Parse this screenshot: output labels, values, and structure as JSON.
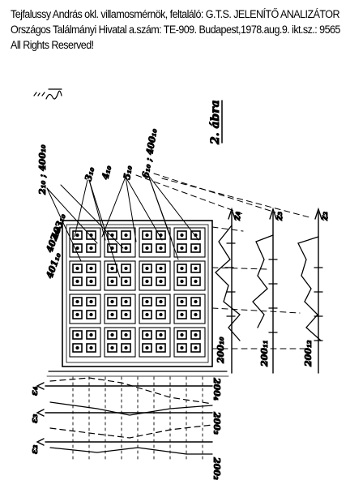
{
  "header": {
    "line1": "Tejfalussy András okl. villamosmérnök, feltaláló: G.T.S. JELENÍTŐ ANALIZÁTOR",
    "line2": "Országos Találmányi Hivatal a.szám: TE-909. Budapest,1978.aug.9. ikt.sz.: 9565",
    "line3": "All Rights Reserved!"
  },
  "drawing": {
    "figure_label": "2. ábra",
    "labels": {
      "l2_10": "2₁₀ ; 400₁₀",
      "l3_10": "3₁₀",
      "l4_10": "4₁₀",
      "l5_10": "5₁₀",
      "l6_10": "6₁₀ ; 400₁₀",
      "l401_10": "401₁₀",
      "l402_10": "402₁₀",
      "l403_10": "403₁₀",
      "z4": "z₄",
      "z3": "z₃",
      "z2": "z₂",
      "r200_10": "200₁₀",
      "r200_11": "200₁₁",
      "r200_12": "200₁₂",
      "e4": "ε₄",
      "e3": "ε₃",
      "e2": "ε₂",
      "b200_4": "200₄",
      "b200_3": "200₃",
      "b200_2": "200₂"
    }
  }
}
